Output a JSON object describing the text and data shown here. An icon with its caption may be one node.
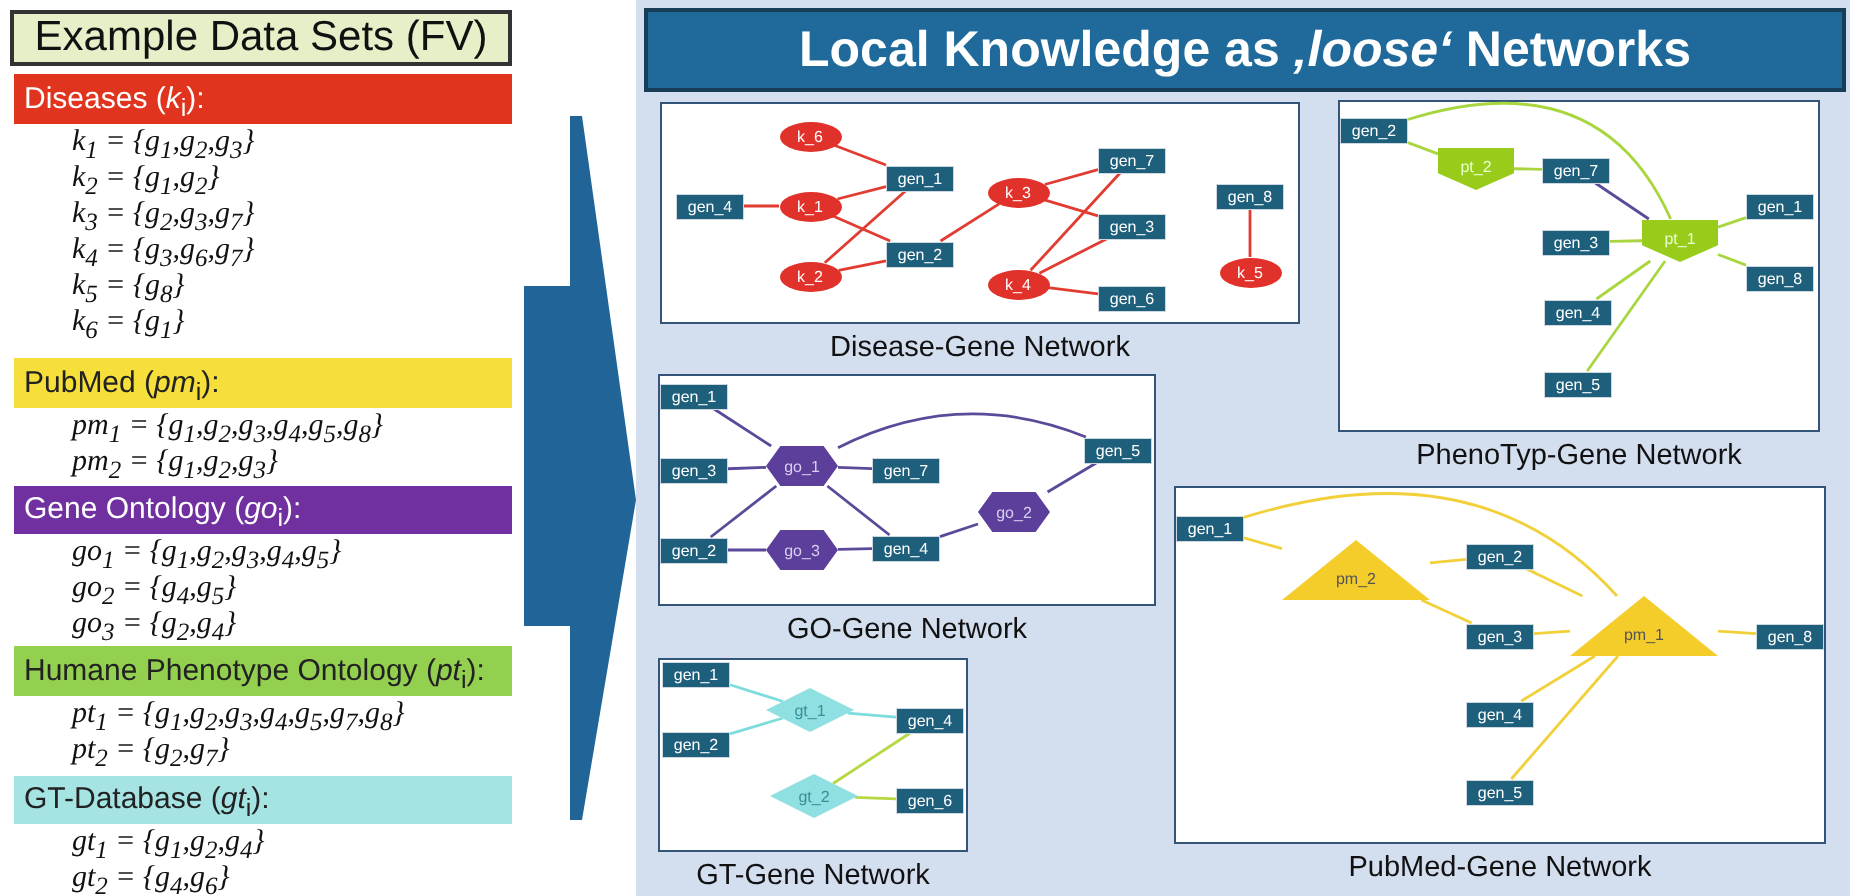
{
  "diagram": {
    "nodes": [
      {
        "text": [
          "Example Data Sets (FV)"
        ]
      },
      {
        "text": [
          "Diseases (*k*$_{i}$):"
        ],
        "beside": [
          "k$_{1}$ = {g$_{1}$,g$_{2}$,g$_{3}$}",
          "k$_{2}$ = {g$_{1}$,g$_{2}$}",
          "k$_{3}$ = {g$_{2}$,g$_{3}$,g$_{7}$}",
          "k$_{4}$ = {g$_{3}$,g$_{6}$,g$_{7}$}",
          "k$_{5}$ = {g$_{8}$}",
          "k$_{6}$ = {g$_{1}$}"
        ]
      },
      {
        "text": [
          "PubMed (*pm*$_{i}$):"
        ],
        "beside": [
          "pm$_{1}$ = {g$_{1}$,g$_{2}$,g$_{3}$,g$_{4}$,g$_{5}$,g$_{8}$}",
          "pm$_{2}$ = {g$_{1}$,g$_{2}$,g$_{3}$}"
        ]
      },
      {
        "text": [
          "Gene Ontology (*go*$_{i}$):"
        ],
        "beside": [
          "go$_{1}$ = {g$_{1}$,g$_{2}$,g$_{3}$,g$_{4}$,g$_{5}$}",
          "go$_{2}$ = {g$_{4}$,g$_{5}$}",
          "go$_{3}$ = {g$_{2}$,g$_{4}$}"
        ]
      },
      {
        "text": [
          "Humane Phenotype Ontology (*pt*$_{i}$):"
        ],
        "beside": [
          "pt$_{1}$ = {g$_{1}$,g$_{2}$,g$_{3}$,g$_{4}$,g$_{5}$,g$_{7}$,g$_{8}$}",
          "pt$_{2}$ = {g$_{2}$,g$_{7}$}"
        ]
      },
      {
        "text": [
          "GT-Database (*gt*$_{i}$):"
        ],
        "beside": [
          "gt$_{1}$ = {g$_{1}$,g$_{2}$,g$_{4}$}",
          "gt$_{2}$ = {g$_{4}$,g$_{6}$}"
        ]
      },
      {
        "text": [
          "Local Knowledge as *‚loose‘* Networks"
        ]
      },
      {
        "text": [
          "Disease-Gene Network"
        ],
        "in": 6
      },
      {
        "text": [
          "PhenoTyp-Gene Network"
        ],
        "in": 6
      },
      {
        "text": [
          "GO-Gene Network"
        ],
        "in": 6
      },
      {
        "text": [
          "PubMed-Gene Network"
        ],
        "in": 6
      },
      {
        "text": [
          "GT-Gene Network"
        ],
        "in": 6
      },
      {
        "text": [
          "k_6"
        ],
        "in": 7
      },
      {
        "text": [
          "gen_4"
        ],
        "in": 7
      },
      {
        "text": [
          "k_1"
        ],
        "in": 7
      },
      {
        "text": [
          "gen_1"
        ],
        "in": 7
      },
      {
        "text": [
          "k_2"
        ],
        "in": 7
      },
      {
        "text": [
          "gen_2"
        ],
        "in": 7
      },
      {
        "text": [
          "k_3"
        ],
        "in": 7
      },
      {
        "text": [
          "gen_7"
        ],
        "in": 7
      },
      {
        "text": [
          "gen_3"
        ],
        "in": 7
      },
      {
        "text": [
          "k_4"
        ],
        "in": 7
      },
      {
        "text": [
          "gen_6"
        ],
        "in": 7
      },
      {
        "text": [
          "gen_8"
        ],
        "in": 7
      },
      {
        "text": [
          "k_5"
        ],
        "in": 7
      },
      {
        "text": [
          "gen_2"
        ],
        "in": 8
      },
      {
        "text": [
          "pt_2"
        ],
        "in": 8
      },
      {
        "text": [
          "gen_7"
        ],
        "in": 8
      },
      {
        "text": [
          "gen_1"
        ],
        "in": 8
      },
      {
        "text": [
          "gen_3"
        ],
        "in": 8
      },
      {
        "text": [
          "pt_1"
        ],
        "in": 8
      },
      {
        "text": [
          "gen_8"
        ],
        "in": 8
      },
      {
        "text": [
          "gen_4"
        ],
        "in": 8
      },
      {
        "text": [
          "gen_5"
        ],
        "in": 8
      },
      {
        "text": [
          "gen_1"
        ],
        "in": 9
      },
      {
        "text": [
          "gen_3"
        ],
        "in": 9
      },
      {
        "text": [
          "go_1"
        ],
        "in": 9
      },
      {
        "text": [
          "gen_7"
        ],
        "in": 9
      },
      {
        "text": [
          "gen_5"
        ],
        "in": 9
      },
      {
        "text": [
          "go_2"
        ],
        "in": 9
      },
      {
        "text": [
          "gen_2"
        ],
        "in": 9
      },
      {
        "text": [
          "go_3"
        ],
        "in": 9
      },
      {
        "text": [
          "gen_4"
        ],
        "in": 9
      },
      {
        "text": [
          "gen_1"
        ],
        "in": 10
      },
      {
        "text": [
          "pm_2"
        ],
        "in": 10
      },
      {
        "text": [
          "gen_2"
        ],
        "in": 10
      },
      {
        "text": [
          "gen_3"
        ],
        "in": 10
      },
      {
        "text": [
          "pm_1"
        ],
        "in": 10
      },
      {
        "text": [
          "gen_8"
        ],
        "in": 10
      },
      {
        "text": [
          "gen_4"
        ],
        "in": 10
      },
      {
        "text": [
          "gen_5"
        ],
        "in": 10
      },
      {
        "text": [
          "gen_1"
        ],
        "in": 11
      },
      {
        "text": [
          "gen_2"
        ],
        "in": 11
      },
      {
        "text": [
          "gt_1"
        ],
        "in": 11
      },
      {
        "text": [
          "gen_4"
        ],
        "in": 11
      },
      {
        "text": [
          "gt_2"
        ],
        "in": 11
      },
      {
        "text": [
          "gen_6"
        ],
        "in": 11
      }
    ],
    "edges": [
      {
        "from": 12,
        "to": 15,
        "arrow": "none",
        "color": "#e03c31"
      },
      {
        "from": 13,
        "to": 14,
        "arrow": "none",
        "color": "#e03c31"
      },
      {
        "from": 14,
        "to": 15,
        "arrow": "none",
        "color": "#e03c31"
      },
      {
        "from": 14,
        "to": 17,
        "arrow": "none",
        "color": "#e03c31"
      },
      {
        "from": 16,
        "to": 15,
        "arrow": "none",
        "color": "#e03c31"
      },
      {
        "from": 16,
        "to": 17,
        "arrow": "none",
        "color": "#e03c31"
      },
      {
        "from": 17,
        "to": 18,
        "arrow": "none",
        "color": "#e03c31"
      },
      {
        "from": 18,
        "to": 19,
        "arrow": "none",
        "color": "#e03c31"
      },
      {
        "from": 18,
        "to": 20,
        "arrow": "none",
        "color": "#e03c31"
      },
      {
        "from": 21,
        "to": 19,
        "arrow": "none",
        "color": "#e03c31"
      },
      {
        "from": 21,
        "to": 20,
        "arrow": "none",
        "color": "#e03c31"
      },
      {
        "from": 21,
        "to": 22,
        "arrow": "none",
        "color": "#e03c31"
      },
      {
        "from": 23,
        "to": 24,
        "arrow": "none",
        "color": "#e03c31"
      },
      {
        "from": 25,
        "to": 26,
        "arrow": "none",
        "color": "#a9d63f"
      },
      {
        "from": 25,
        "to": 30,
        "arrow": "none",
        "color": "#a9d63f"
      },
      {
        "from": 26,
        "to": 27,
        "arrow": "none",
        "color": "#a9d63f"
      },
      {
        "from": 27,
        "to": 30,
        "arrow": "none",
        "color": "#5b4a99"
      },
      {
        "from": 29,
        "to": 30,
        "arrow": "none",
        "color": "#a9d63f"
      },
      {
        "from": 30,
        "to": 28,
        "arrow": "none",
        "color": "#a9d63f"
      },
      {
        "from": 30,
        "to": 31,
        "arrow": "none",
        "color": "#a9d63f"
      },
      {
        "from": 30,
        "to": 32,
        "arrow": "none",
        "color": "#a9d63f"
      },
      {
        "from": 30,
        "to": 33,
        "arrow": "none",
        "color": "#a9d63f"
      },
      {
        "from": 34,
        "to": 36,
        "arrow": "none",
        "color": "#5b4a99"
      },
      {
        "from": 35,
        "to": 36,
        "arrow": "none",
        "color": "#5b4a99"
      },
      {
        "from": 40,
        "to": 36,
        "arrow": "none",
        "color": "#5b4a99"
      },
      {
        "from": 36,
        "to": 37,
        "arrow": "none",
        "color": "#5b4a99"
      },
      {
        "from": 36,
        "to": 42,
        "arrow": "none",
        "color": "#5b4a99"
      },
      {
        "from": 36,
        "to": 38,
        "arrow": "none",
        "color": "#5b4a99"
      },
      {
        "from": 40,
        "to": 41,
        "arrow": "none",
        "color": "#5b4a99"
      },
      {
        "from": 41,
        "to": 42,
        "arrow": "none",
        "color": "#5b4a99"
      },
      {
        "from": 42,
        "to": 39,
        "arrow": "none",
        "color": "#5b4a99"
      },
      {
        "from": 39,
        "to": 38,
        "arrow": "none",
        "color": "#5b4a99"
      },
      {
        "from": 43,
        "to": 44,
        "arrow": "none",
        "color": "#f2d03a"
      },
      {
        "from": 43,
        "to": 47,
        "arrow": "none",
        "color": "#f2d03a"
      },
      {
        "from": 44,
        "to": 45,
        "arrow": "none",
        "color": "#f2d03a"
      },
      {
        "from": 44,
        "to": 46,
        "arrow": "none",
        "color": "#f2d03a"
      },
      {
        "from": 45,
        "to": 47,
        "arrow": "none",
        "color": "#f2d03a"
      },
      {
        "from": 46,
        "to": 47,
        "arrow": "none",
        "color": "#f2d03a"
      },
      {
        "from": 47,
        "to": 48,
        "arrow": "none",
        "color": "#f2d03a"
      },
      {
        "from": 47,
        "to": 49,
        "arrow": "none",
        "color": "#f2d03a"
      },
      {
        "from": 47,
        "to": 50,
        "arrow": "none",
        "color": "#f2d03a"
      },
      {
        "from": 51,
        "to": 53,
        "arrow": "none",
        "color": "#7fdcdc"
      },
      {
        "from": 52,
        "to": 53,
        "arrow": "none",
        "color": "#7fdcdc"
      },
      {
        "from": 53,
        "to": 54,
        "arrow": "none",
        "color": "#7fdcdc"
      },
      {
        "from": 55,
        "to": 54,
        "arrow": "none",
        "color": "#b6d843"
      },
      {
        "from": 55,
        "to": 56,
        "arrow": "none",
        "color": "#b6d843"
      },
      {
        "from": null,
        "to": 6,
        "arrow": "to",
        "color": "#216598"
      }
    ]
  }
}
